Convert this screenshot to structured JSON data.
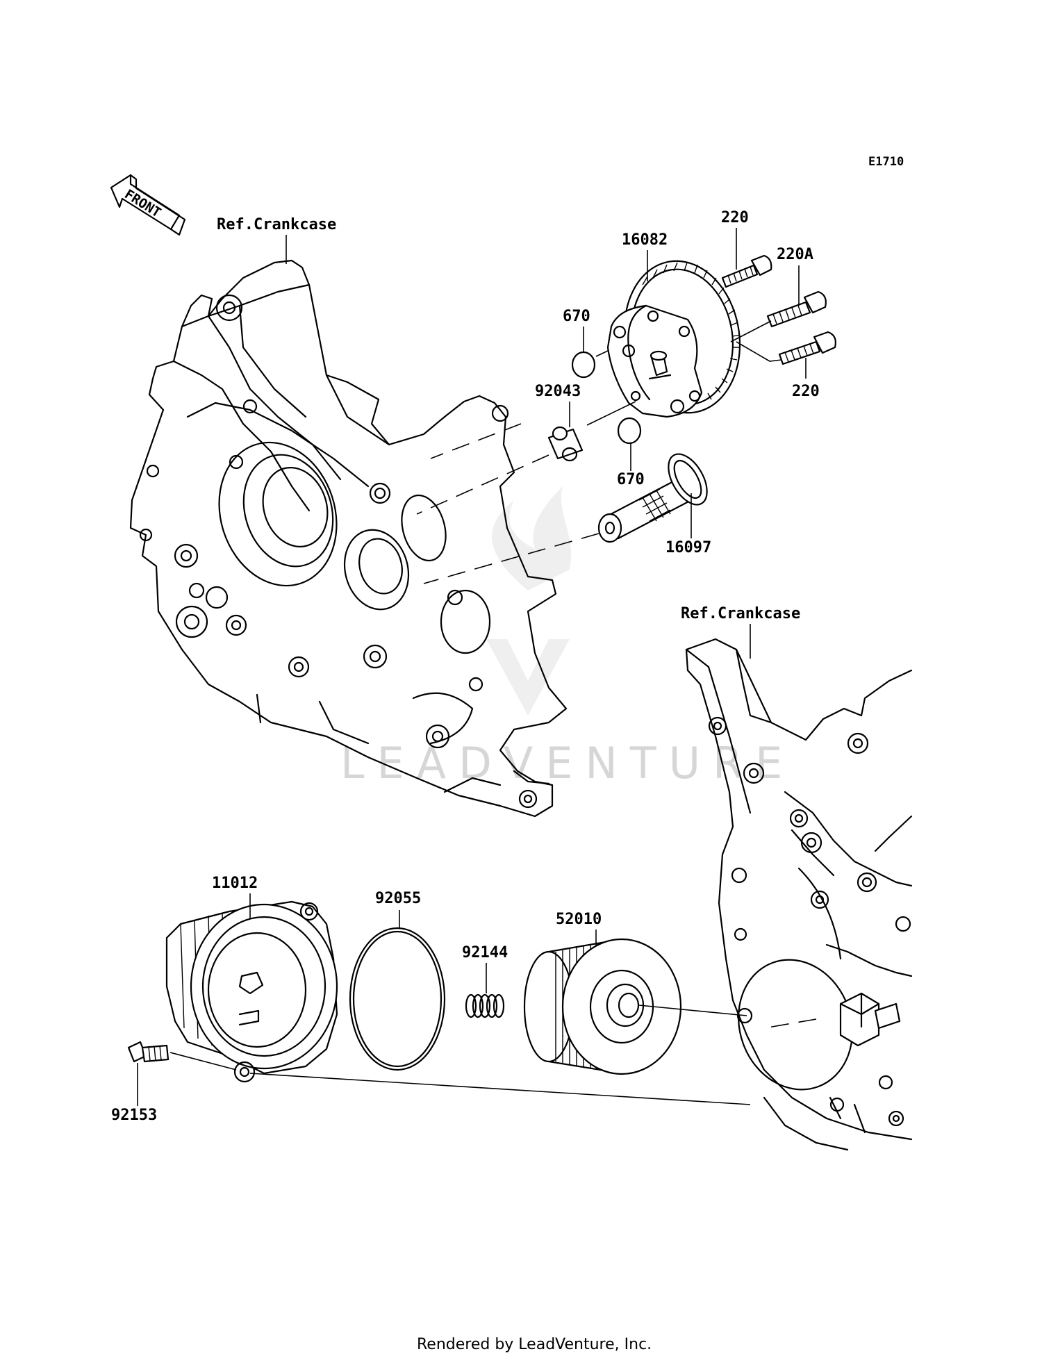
{
  "diagram_code": "E1710",
  "front_arrow_label": "FRONT",
  "ref_labels": [
    "Ref.Crankcase",
    "Ref.Crankcase"
  ],
  "parts": {
    "oil_pump_gear": "16082",
    "bolt_upper": "220",
    "bolt_a": "220A",
    "bolt_lower": "220",
    "o_ring_upper": "670",
    "dowel_pin": "92043",
    "o_ring_lower": "670",
    "oil_screen": "16097",
    "filter_cover": "11012",
    "cover_o_ring": "92055",
    "spring": "92144",
    "oil_filter": "52010",
    "cover_bolt": "92153"
  },
  "watermark": "LEADVENTURE",
  "footer": "Rendered by LeadVenture, Inc."
}
